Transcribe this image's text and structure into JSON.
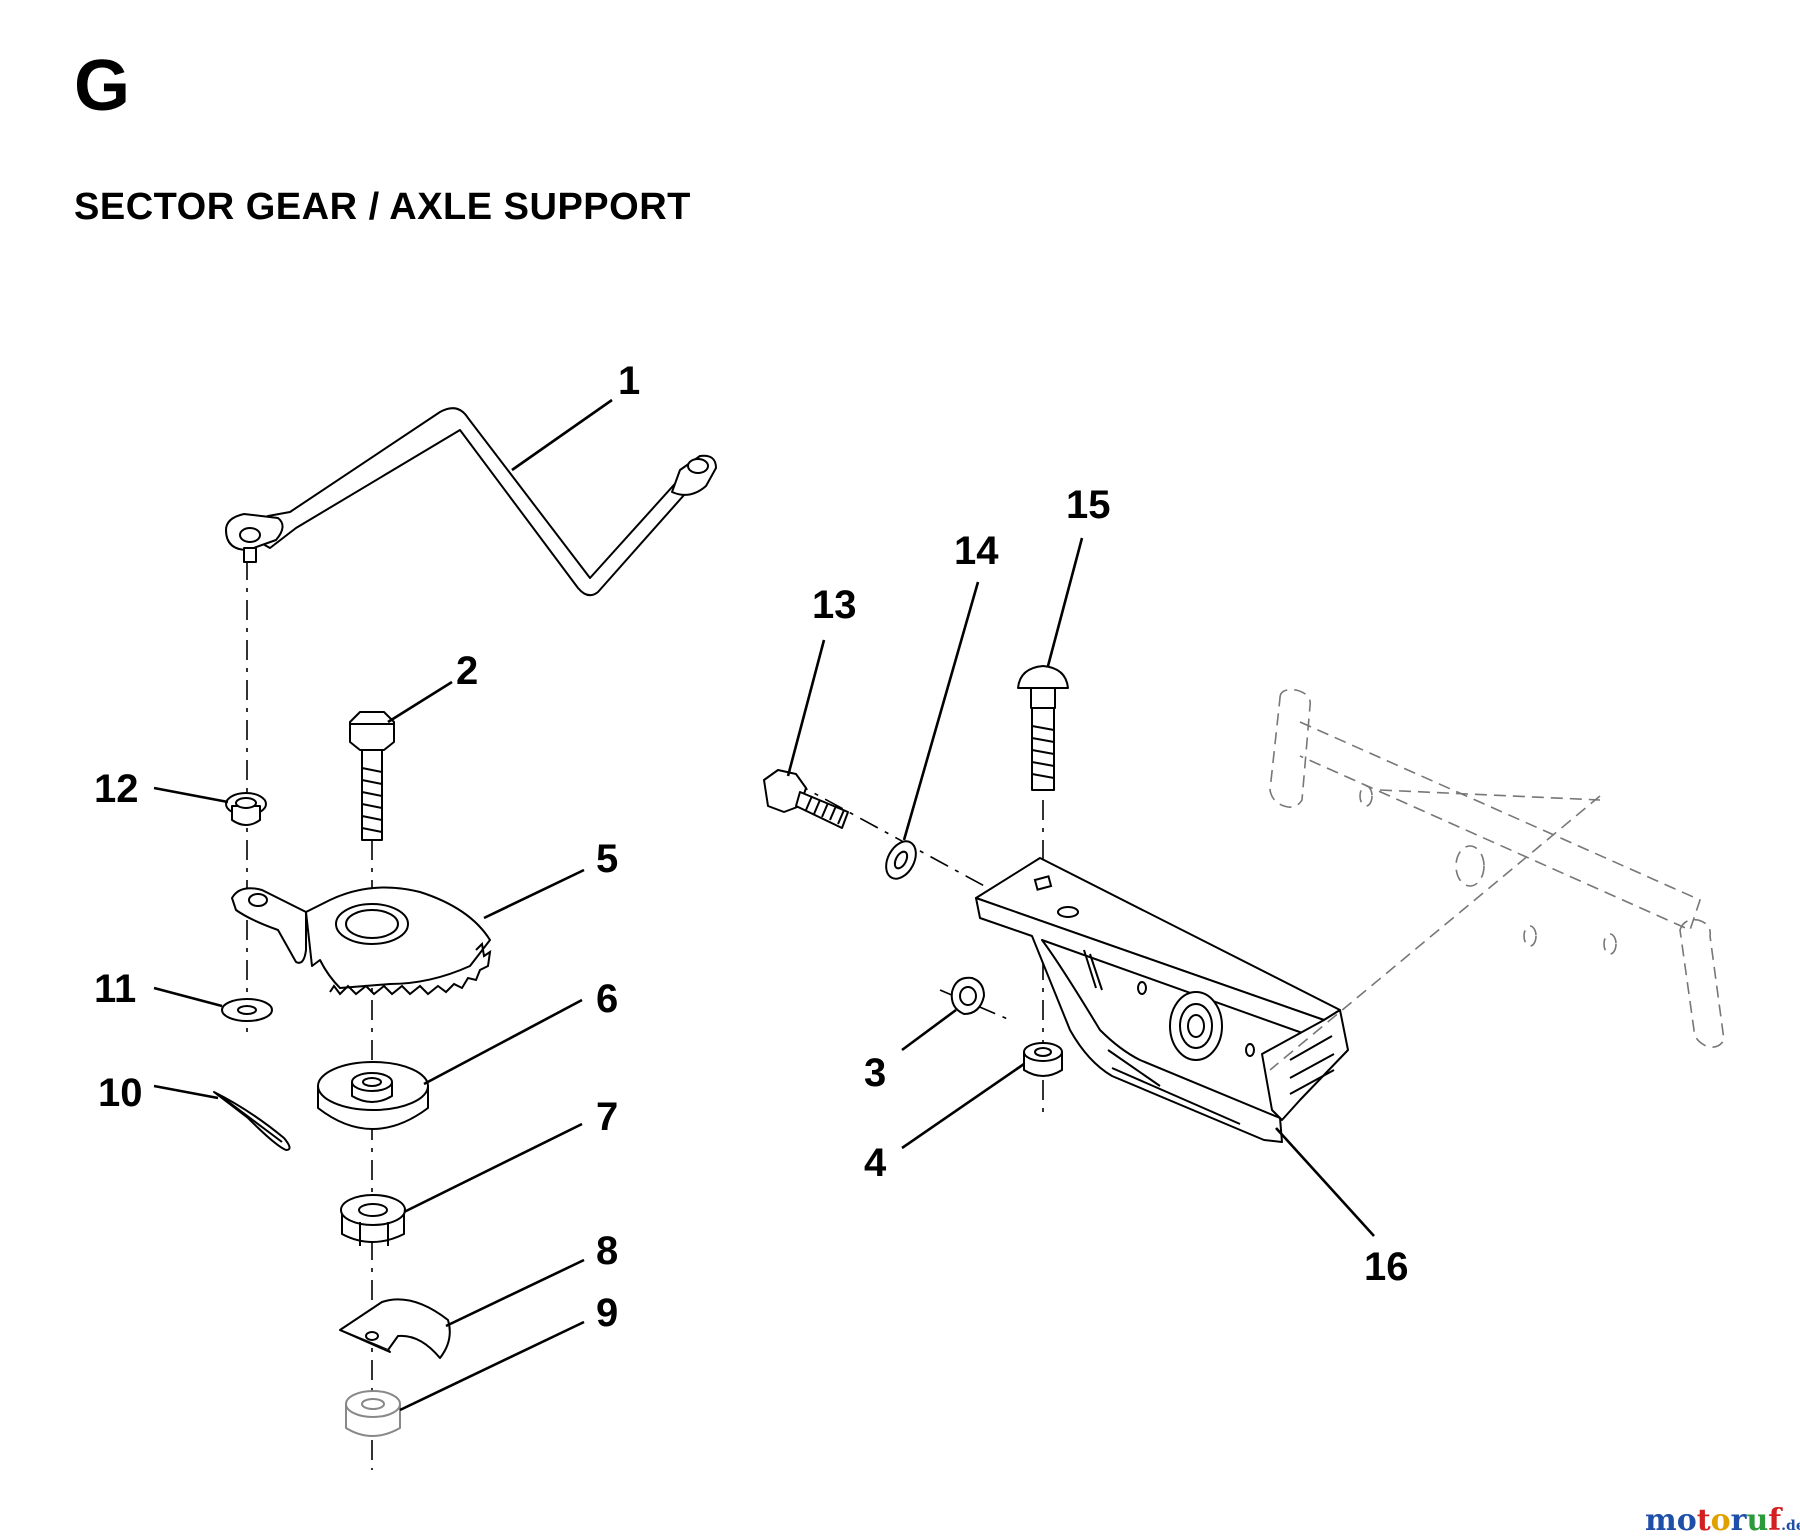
{
  "section": {
    "letter": "G",
    "title": "SECTOR GEAR / AXLE SUPPORT"
  },
  "callouts": [
    "1",
    "2",
    "3",
    "4",
    "5",
    "6",
    "7",
    "8",
    "9",
    "10",
    "11",
    "12",
    "13",
    "14",
    "15",
    "16"
  ],
  "watermark": {
    "text": "motoruf",
    "suffix": ".de",
    "colors": [
      "#1f4fa8",
      "#1f4fa8",
      "#d32020",
      "#e0a000",
      "#1f4fa8",
      "#2a9a3a",
      "#d32020",
      "#1f4fa8"
    ]
  }
}
